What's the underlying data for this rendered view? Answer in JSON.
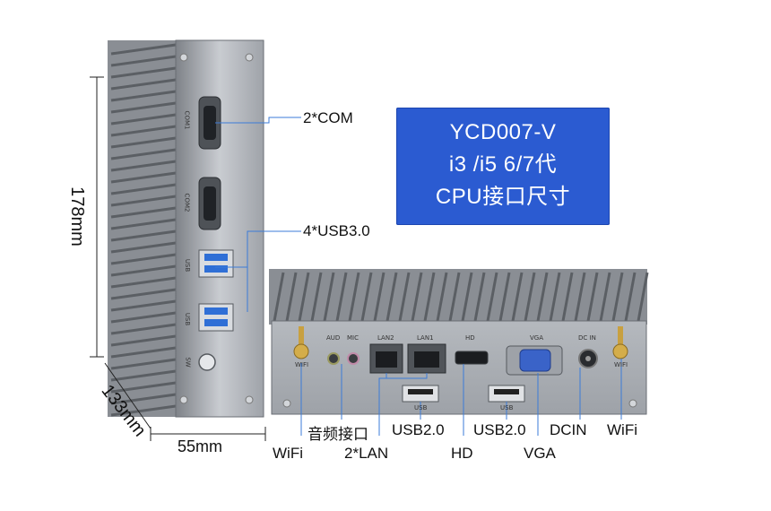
{
  "dimensions": {
    "height": "178mm",
    "depth": "133mm",
    "width": "55mm"
  },
  "side_labels": {
    "com": "2*COM",
    "usb3": "4*USB3.0"
  },
  "side_panel_text": {
    "com1": "COM1",
    "com2": "COM2",
    "usb_a": "USB",
    "usb_b": "USB",
    "sw": "SW"
  },
  "badge": {
    "line1": "YCD007-V",
    "line2": "i3 /i5  6/7代",
    "line3": "CPU接口尺寸"
  },
  "front_panel_text": {
    "aud": "AUD",
    "mic": "MIC",
    "lan2": "LAN2",
    "lan1": "LAN1",
    "hd": "HD",
    "vga": "VGA",
    "dcin": "DC IN",
    "wifi_left": "WIFI",
    "wifi_right": "WIFI",
    "usb_a": "USB",
    "usb_b": "USB"
  },
  "callouts": {
    "wifi_left": "WiFi",
    "audio": "音频接口",
    "lan": "2*LAN",
    "usb2_a": "USB2.0",
    "hd": "HD",
    "usb2_b": "USB2.0",
    "vga": "VGA",
    "dcin": "DCIN",
    "wifi_right": "WiFi"
  },
  "colors": {
    "badge": "#2b5bd1",
    "usb3_blue": "#2f6fd6",
    "vga_blue": "#3a63c8",
    "chassis": "#b8bcc2",
    "panel": "#a9adb3"
  }
}
